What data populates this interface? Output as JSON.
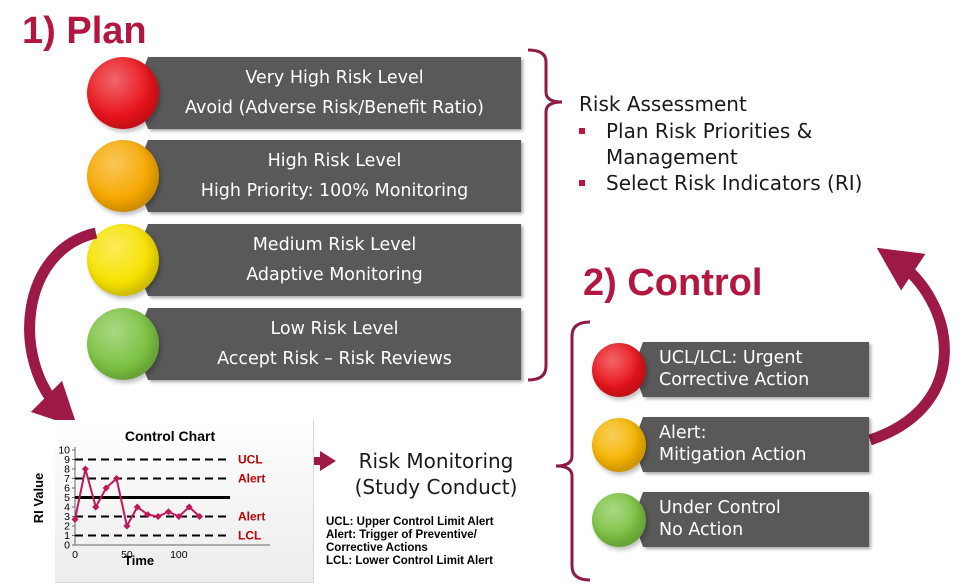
{
  "plan": {
    "title": "1) Plan",
    "levels": [
      {
        "line1": "Very High Risk Level",
        "line2": "Avoid (Adverse Risk/Benefit Ratio)",
        "color": "#e8141b"
      },
      {
        "line1": "High Risk Level",
        "line2": "High Priority: 100% Monitoring",
        "color": "#f6a800"
      },
      {
        "line1": "Medium Risk Level",
        "line2": "Adaptive Monitoring",
        "color": "#f7e200"
      },
      {
        "line1": "Low Risk Level",
        "line2": "Accept Risk – Risk Reviews",
        "color": "#7cc242"
      }
    ]
  },
  "assessment": {
    "title": "Risk Assessment",
    "bullets": [
      {
        "line1": "Plan Risk Priorities &",
        "line2": "Management"
      },
      {
        "line1": "Select Risk Indicators (RI)",
        "line2": ""
      }
    ]
  },
  "control": {
    "title": "2) Control",
    "items": [
      {
        "line1": "UCL/LCL: Urgent",
        "line2": "Corrective Action",
        "color": "#e8141b"
      },
      {
        "line1": "Alert:",
        "line2": "Mitigation Action",
        "color": "#f6b400"
      },
      {
        "line1": "Under Control",
        "line2": "No Action",
        "color": "#7cc242"
      }
    ]
  },
  "monitoring": {
    "line1": "Risk Monitoring",
    "line2": "(Study Conduct)",
    "legend": [
      "UCL: Upper Control Limit Alert",
      "Alert: Trigger of Preventive/",
      "Corrective Actions",
      "LCL: Lower Control Limit Alert"
    ]
  },
  "chart_data": {
    "type": "line",
    "title": "Control Chart",
    "xlabel": "Time",
    "ylabel": "RI Value",
    "xlim": [
      0,
      130
    ],
    "ylim": [
      0,
      10
    ],
    "xticks": [
      0,
      50,
      100
    ],
    "yticks": [
      0,
      1,
      2,
      3,
      4,
      5,
      6,
      7,
      8,
      9,
      10
    ],
    "x": [
      0,
      10,
      20,
      30,
      40,
      50,
      60,
      70,
      80,
      90,
      100,
      110,
      120
    ],
    "values": [
      2.7,
      8.0,
      4.0,
      6.0,
      7.0,
      2.0,
      4.0,
      3.2,
      3.0,
      3.5,
      3.0,
      4.0,
      3.0
    ],
    "reference_lines": [
      {
        "label": "UCL",
        "value": 9,
        "style": "dashed"
      },
      {
        "label": "Alert",
        "value": 7,
        "style": "dashed"
      },
      {
        "label": "",
        "value": 5,
        "style": "solid"
      },
      {
        "label": "Alert",
        "value": 3,
        "style": "dashed"
      },
      {
        "label": "LCL",
        "value": 1,
        "style": "dashed"
      }
    ],
    "series_color": "#c2185b",
    "label_color": "#c00000",
    "grid": false
  }
}
